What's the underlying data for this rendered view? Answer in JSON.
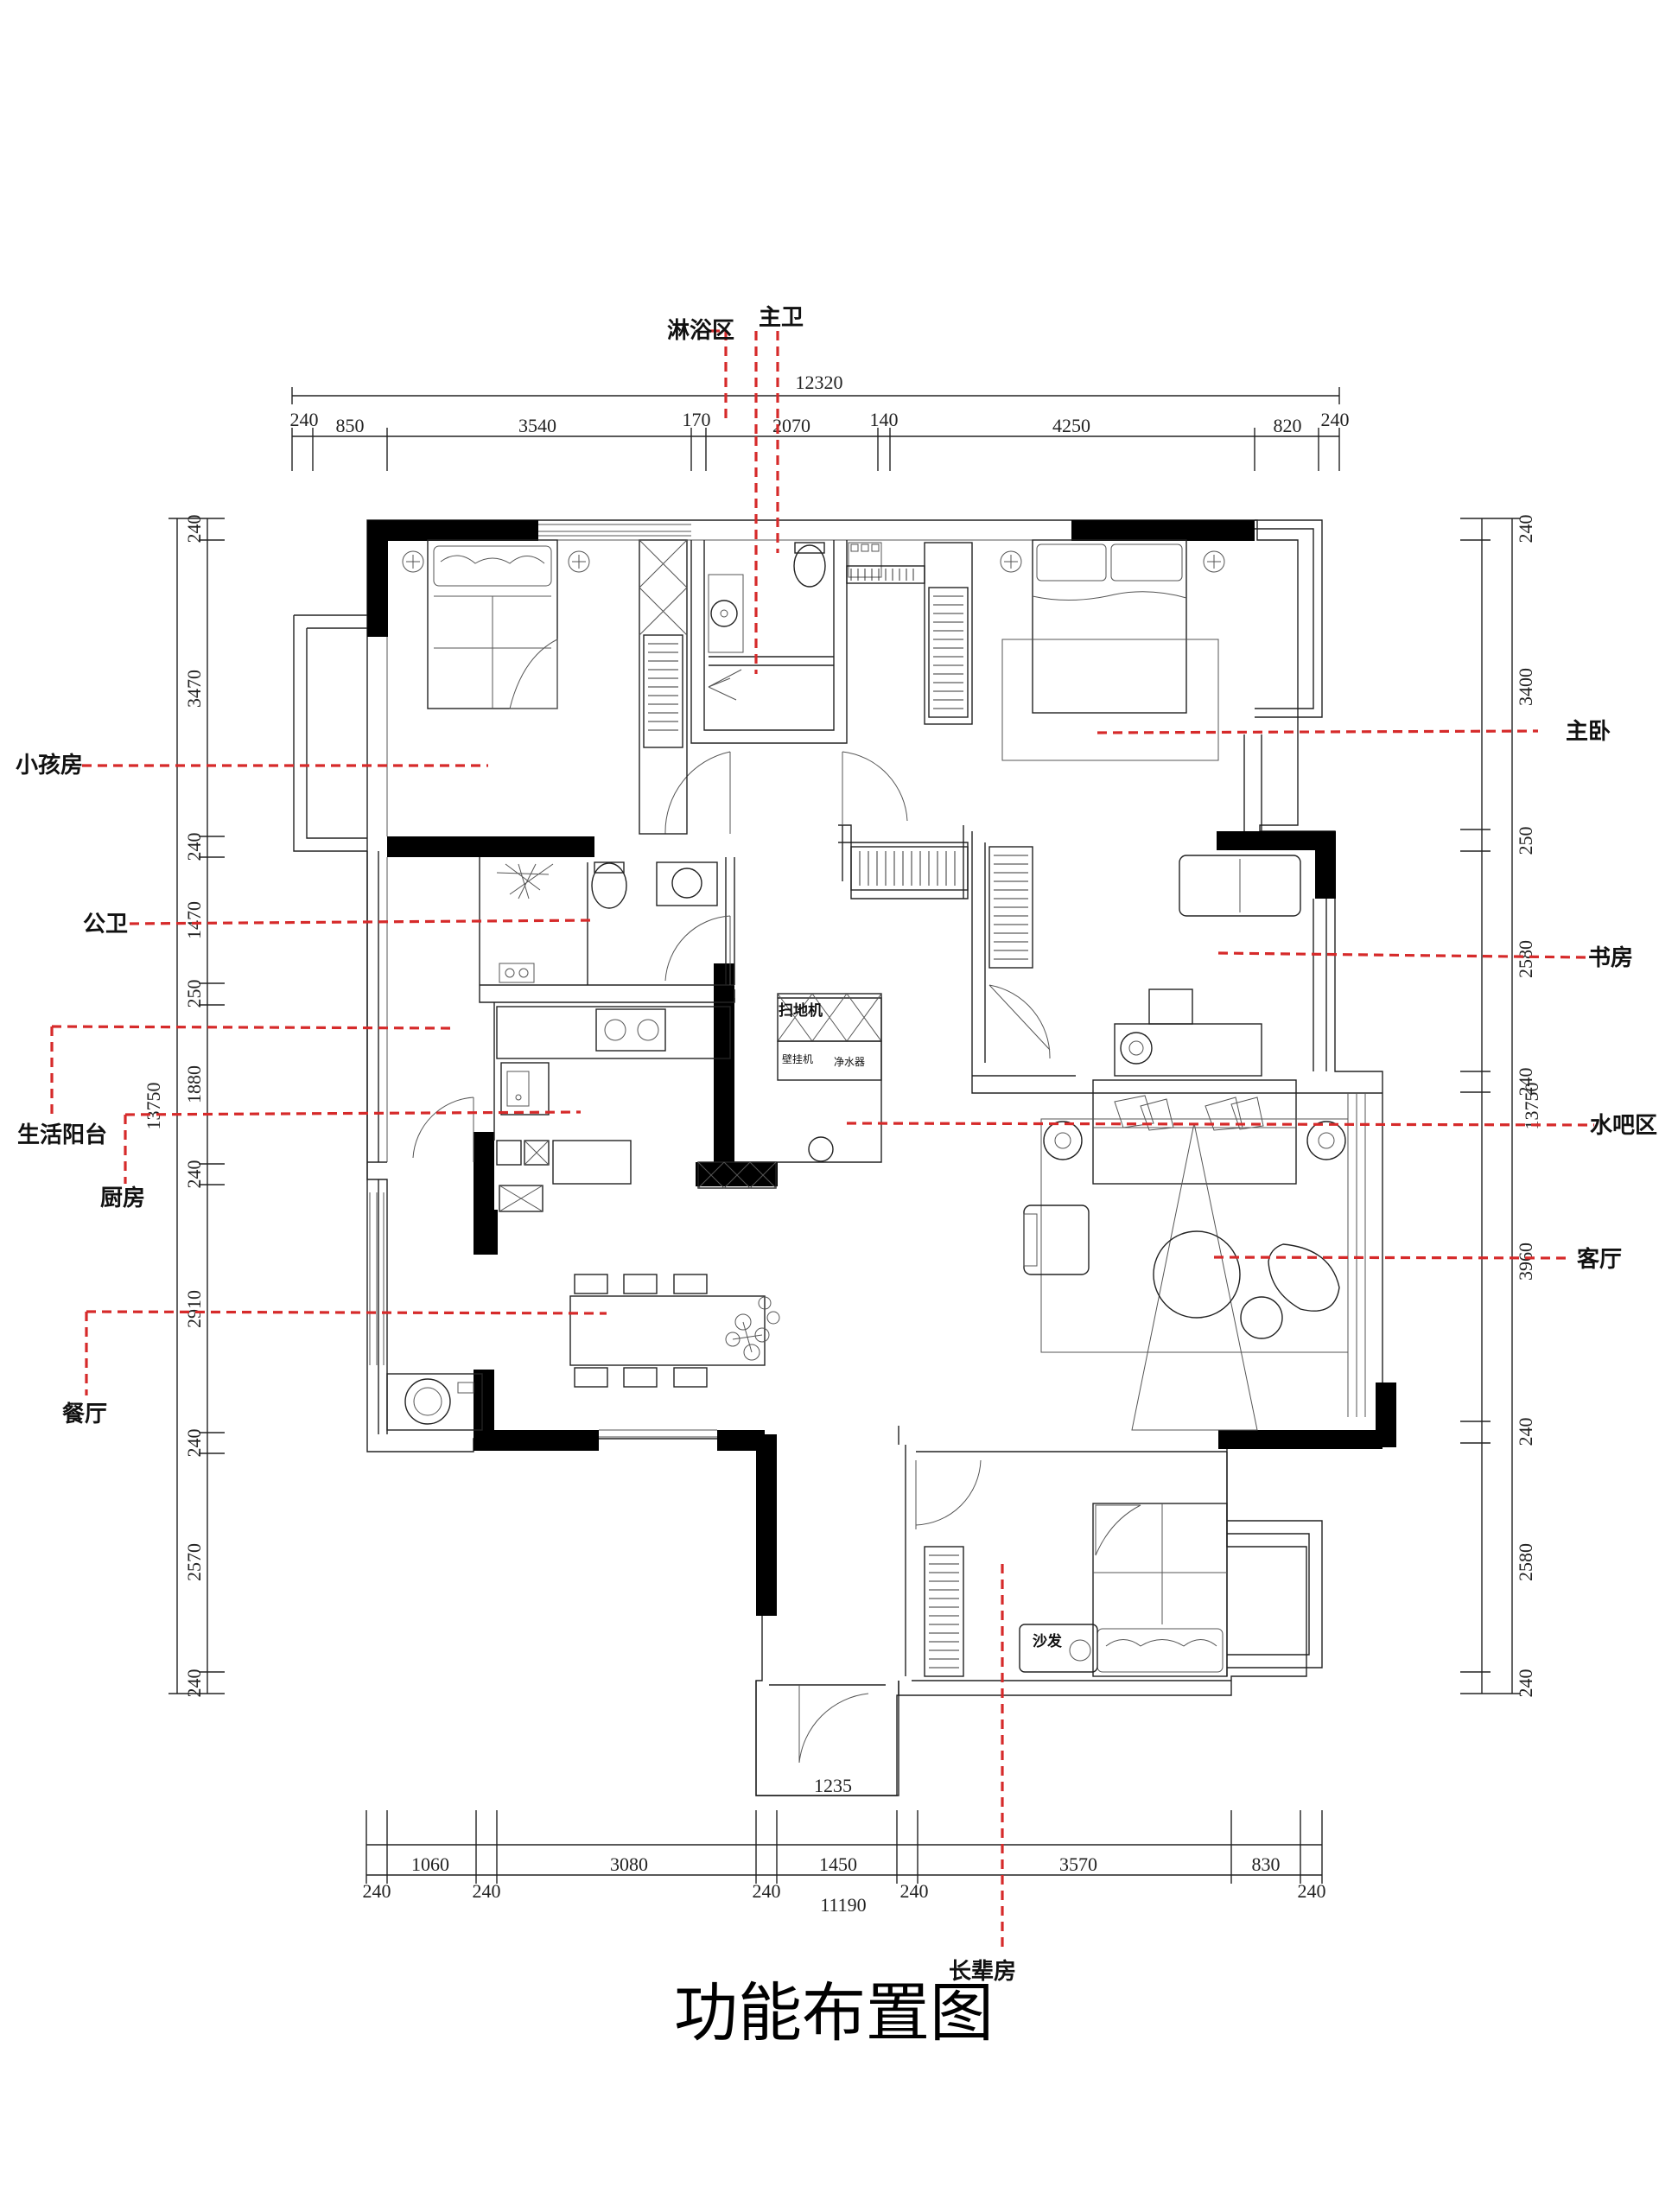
{
  "title": "功能布置图",
  "rooms": {
    "shower_area": "淋浴区",
    "master_bath": "主卫",
    "kids_room": "小孩房",
    "master_bedroom": "主卧",
    "public_bath": "公卫",
    "study": "书房",
    "utility_balcony": "生活阳台",
    "water_bar": "水吧区",
    "kitchen": "厨房",
    "living_room": "客厅",
    "dining": "餐厅",
    "elder_room": "长辈房"
  },
  "fixtures": {
    "robot_vacuum": "扫地机",
    "dishwasher": "壁挂机",
    "water_purifier": "净水器",
    "sofa": "沙发"
  },
  "dimensions": {
    "top_total": "12320",
    "top": [
      "240",
      "850",
      "3540",
      "170",
      "2070",
      "140",
      "4250",
      "820",
      "240"
    ],
    "left_total": "13750",
    "left": [
      "240",
      "3470",
      "240",
      "1470",
      "250",
      "1880",
      "240",
      "2910",
      "240",
      "2570",
      "240"
    ],
    "right_total": "13750",
    "right": [
      "240",
      "3400",
      "250",
      "2580",
      "240",
      "3960",
      "240",
      "2580",
      "240"
    ],
    "bottom_upper": [
      "1060",
      "3080",
      "1450",
      "3570",
      "830"
    ],
    "bottom_lower": [
      "240",
      "240",
      "240",
      "240",
      "240"
    ],
    "bottom_total": "11190",
    "door_width": "1235"
  }
}
